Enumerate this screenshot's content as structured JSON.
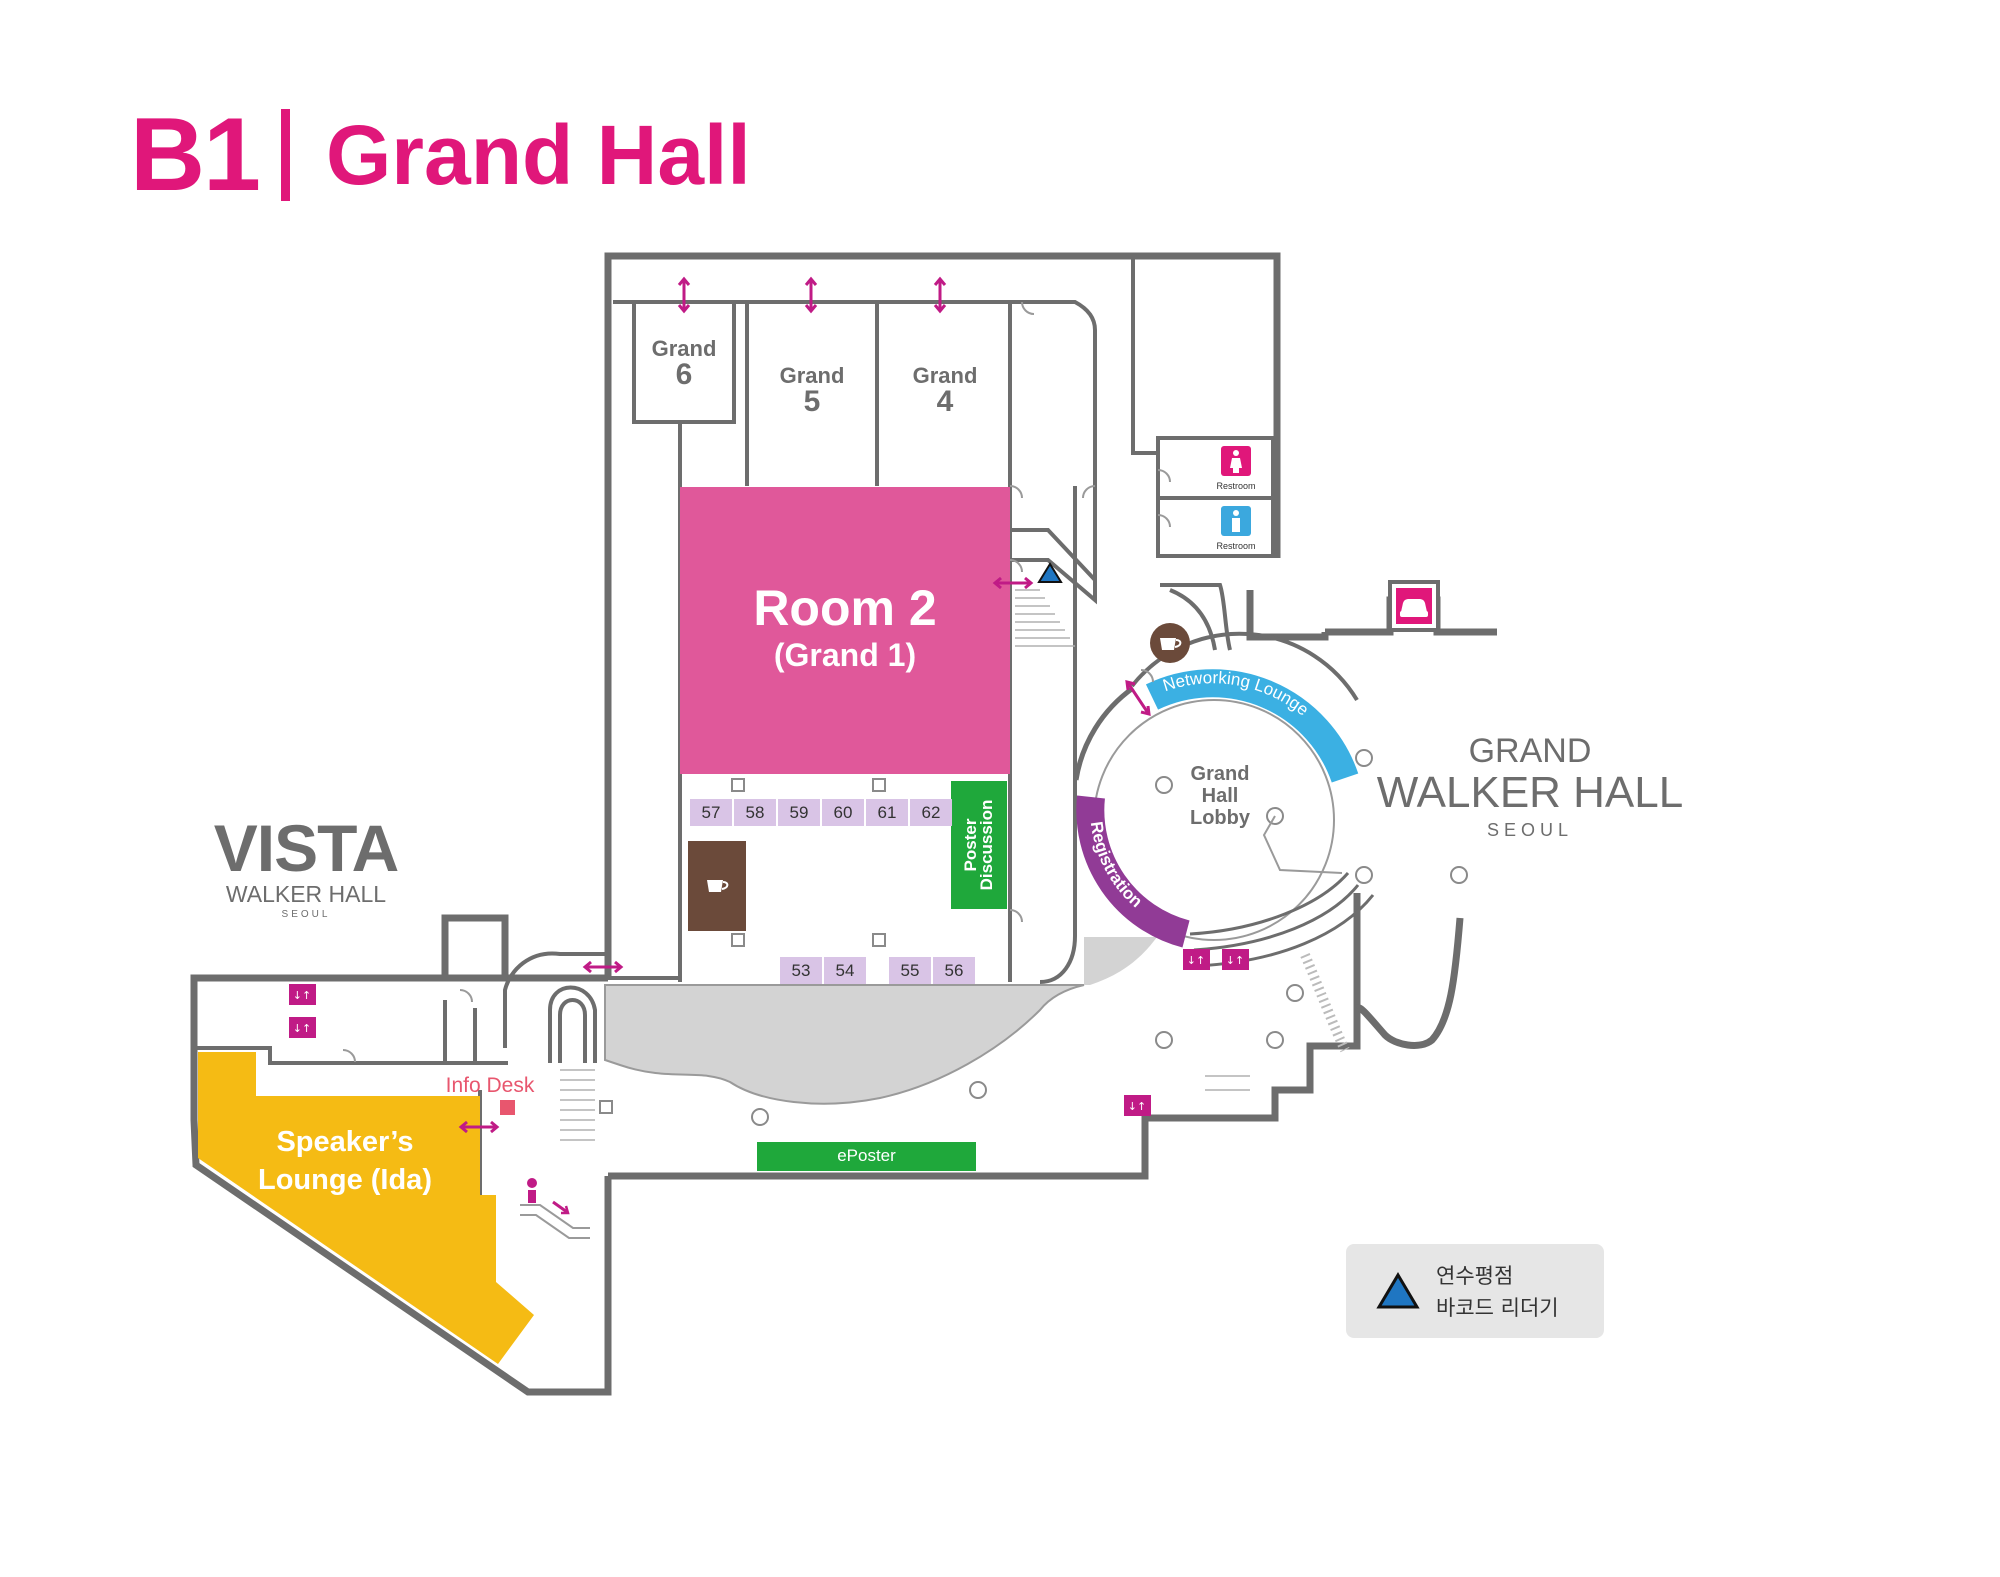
{
  "header": {
    "floor": "B1",
    "hall": "Grand Hall"
  },
  "rooms": {
    "room2_title": "Room 2",
    "room2_sub": "(Grand 1)",
    "grand6_word": "Grand",
    "grand6_num": "6",
    "grand5_word": "Grand",
    "grand5_num": "5",
    "grand4_word": "Grand",
    "grand4_num": "4",
    "poster_discussion_l1": "Poster",
    "poster_discussion_l2": "Discussion",
    "speakers_lounge_l1": "Speaker’s",
    "speakers_lounge_l2": "Lounge (Ida)",
    "info_desk": "Info Desk",
    "eposter": "ePoster",
    "networking_lounge": "Networking Lounge",
    "registration": "Registration",
    "lobby_l1": "Grand",
    "lobby_l2": "Hall",
    "lobby_l3": "Lobby",
    "restroom_women": "Restroom",
    "restroom_men": "Restroom"
  },
  "booths_top": [
    "57",
    "58",
    "59",
    "60",
    "61",
    "62"
  ],
  "booths_bottom": [
    "53",
    "54",
    "55",
    "56"
  ],
  "vista": {
    "title": "VISTA",
    "sub": "WALKER HALL",
    "city": "SEOUL"
  },
  "grand_walker": {
    "title1": "GRAND",
    "title2": "WALKER HALL",
    "city": "SEOUL"
  },
  "legend": {
    "line1": "연수평점",
    "line2": "바코드 리더기"
  },
  "icons": [
    "door-arrow-icon",
    "elevator-icon",
    "coffee-icon",
    "restroom-woman-icon",
    "restroom-man-icon",
    "parking-car-icon",
    "escalator-icon",
    "barcode-reader-triangle-icon",
    "column-circle-icon"
  ],
  "colors": {
    "brand": "#e0177a",
    "room2": "#e0589a",
    "wall": "#6d6d6d",
    "speakers_lounge": "#f5bb14",
    "green": "#1fa83b",
    "networking": "#3bb0e3",
    "registration": "#913b96",
    "booth": "#d9c4e6",
    "cafe": "#6b4a3a",
    "corridor": "#d3d3d3",
    "info_desk": "#e8566e",
    "legend_bg": "#e6e6e6",
    "triangle": "#1f76c2"
  }
}
